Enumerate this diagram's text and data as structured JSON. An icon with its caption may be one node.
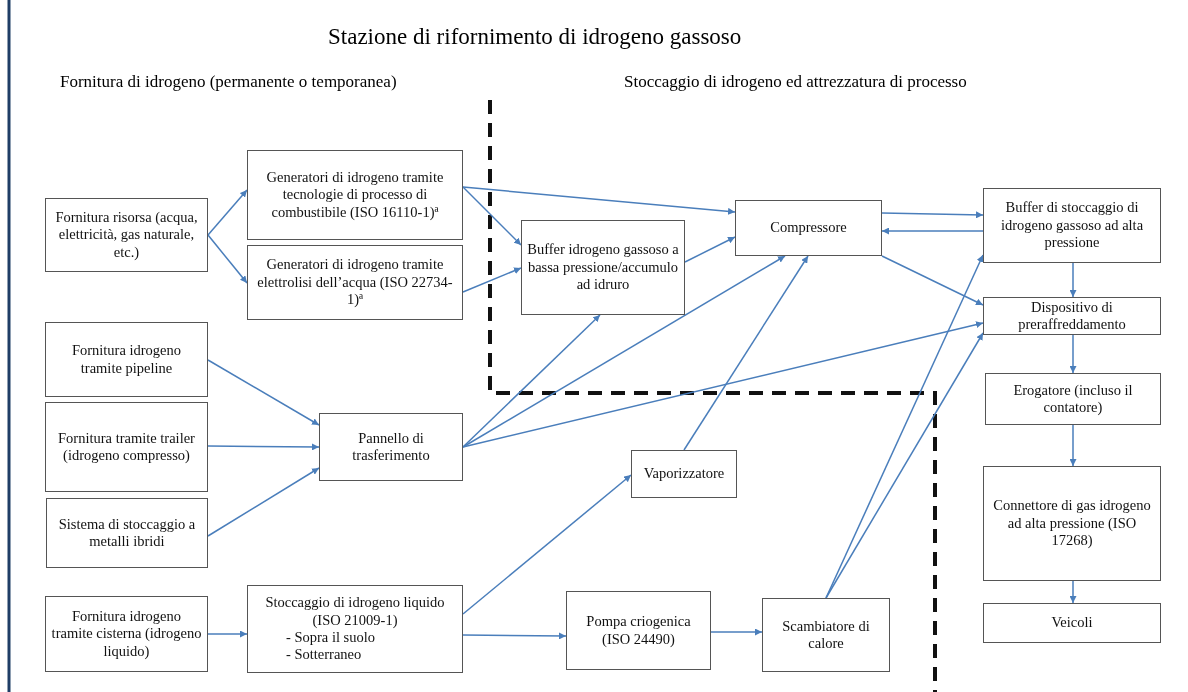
{
  "diagram": {
    "title": "Stazione di rifornimento di idrogeno gassoso",
    "nodes": [
      {
        "text": [
          "Fornitura risorsa (acqua, elettricità, gas naturale, etc.)"
        ]
      },
      {
        "text": [
          "Generatori di idrogeno tramite tecnologie di processo di combustibile (ISO 16110-1)ª"
        ]
      },
      {
        "text": [
          "Generatori di idrogeno tramite elettrolisi dell’acqua (ISO 22734-1)ª"
        ]
      },
      {
        "text": [
          "Buffer idrogeno gassoso a bassa pressione/accumulo ad idruro"
        ]
      },
      {
        "text": [
          "Compressore"
        ]
      },
      {
        "text": [
          "Buffer di stoccaggio di idrogeno gassoso ad alta pressione"
        ]
      },
      {
        "text": [
          "Dispositivo di preraffreddamento"
        ]
      },
      {
        "text": [
          "Erogatore (incluso il contatore)"
        ]
      },
      {
        "text": [
          "Connettore di gas idrogeno ad alta pressione (ISO 17268)"
        ]
      },
      {
        "text": [
          "Veicoli"
        ]
      },
      {
        "text": [
          "Fornitura idrogeno tramite pipeline"
        ]
      },
      {
        "text": [
          "Fornitura tramite trailer (idrogeno compresso)"
        ]
      },
      {
        "text": [
          "Sistema di stoccaggio a metalli ibridi"
        ]
      },
      {
        "text": [
          "Pannello di trasferimento"
        ]
      },
      {
        "text": [
          "Vaporizzatore"
        ]
      },
      {
        "text": [
          "Stoccaggio di idrogeno liquido (ISO 21009-1)",
          "- Sopra il suolo",
          "- Sotterraneo"
        ]
      },
      {
        "text": [
          "Fornitura idrogeno tramite cisterna (idrogeno liquido)"
        ]
      },
      {
        "text": [
          "Pompa criogenica (ISO 24490)"
        ]
      },
      {
        "text": [
          "Scambiatore di calore"
        ]
      }
    ],
    "edges": [
      {
        "from": 0,
        "to": 1,
        "arrow": "to"
      },
      {
        "from": 0,
        "to": 2,
        "arrow": "to"
      },
      {
        "from": 1,
        "to": 4,
        "arrow": "to"
      },
      {
        "from": 1,
        "to": 3,
        "arrow": "to"
      },
      {
        "from": 2,
        "to": 3,
        "arrow": "to"
      },
      {
        "from": 3,
        "to": 4,
        "arrow": "to"
      },
      {
        "from": 4,
        "to": 5,
        "arrow": "to"
      },
      {
        "from": 5,
        "to": 4,
        "arrow": "to"
      },
      {
        "from": 4,
        "to": 6,
        "arrow": "to"
      },
      {
        "from": 5,
        "to": 6,
        "arrow": "to"
      },
      {
        "from": 6,
        "to": 7,
        "arrow": "to"
      },
      {
        "from": 7,
        "to": 8,
        "arrow": "to"
      },
      {
        "from": 8,
        "to": 9,
        "arrow": "to"
      },
      {
        "from": 10,
        "to": 13,
        "arrow": "to"
      },
      {
        "from": 11,
        "to": 13,
        "arrow": "to"
      },
      {
        "from": 12,
        "to": 13,
        "arrow": "to"
      },
      {
        "from": 13,
        "to": 3,
        "arrow": "to"
      },
      {
        "from": 13,
        "to": 4,
        "arrow": "to"
      },
      {
        "from": 13,
        "to": 6,
        "arrow": "to"
      },
      {
        "from": 14,
        "to": 4,
        "arrow": "to"
      },
      {
        "from": 15,
        "to": 14,
        "arrow": "to"
      },
      {
        "from": 15,
        "to": 17,
        "arrow": "to"
      },
      {
        "from": 16,
        "to": 15,
        "arrow": "to"
      },
      {
        "from": 17,
        "to": 18,
        "arrow": "to"
      },
      {
        "from": 18,
        "to": 5,
        "arrow": "to"
      },
      {
        "from": 18,
        "to": 6,
        "arrow": "to"
      }
    ],
    "labels": [
      "Fornitura di idrogeno (permanente o temporanea)",
      "Stoccaggio di idrogeno ed attrezzatura di processo"
    ]
  }
}
